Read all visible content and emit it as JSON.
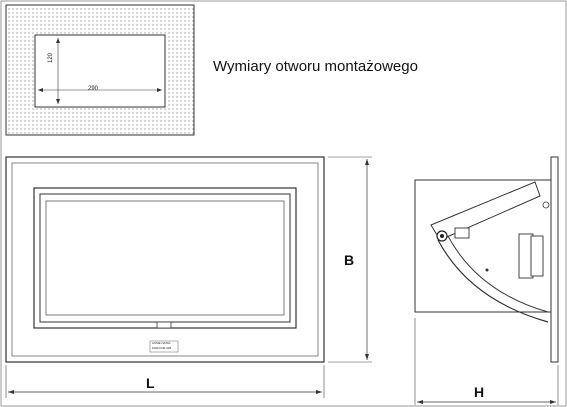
{
  "caption": "Wymiary otworu montażowego",
  "cutout": {
    "width_label": "290",
    "height_label": "120"
  },
  "dimensions": {
    "length": "L",
    "height": "B",
    "depth": "H"
  },
  "panel_text": {
    "line1": "ACME NATAL",
    "line2": "1000 FN0-025"
  }
}
